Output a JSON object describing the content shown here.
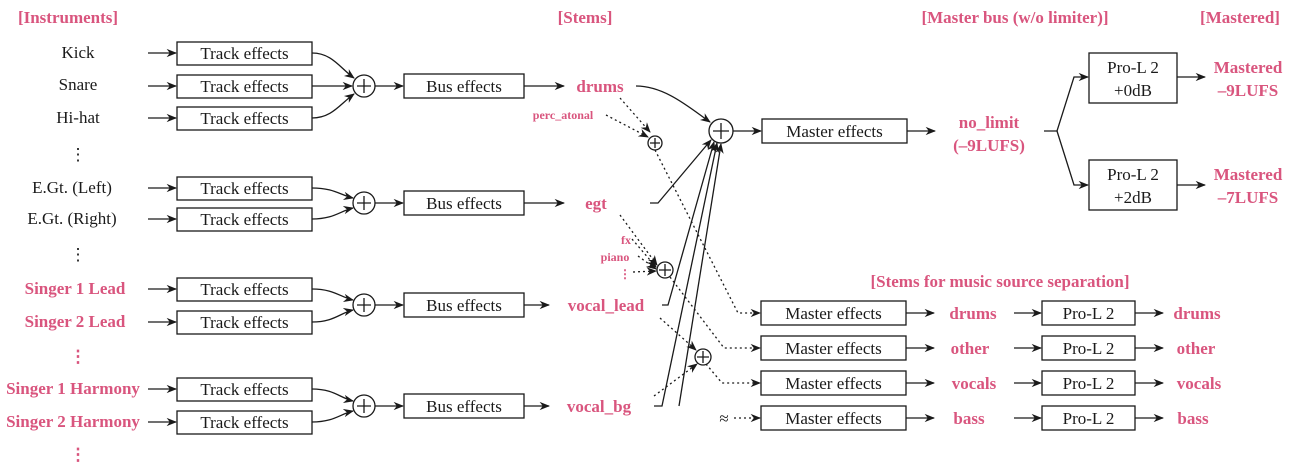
{
  "headers": {
    "instruments": "[Instruments]",
    "stems": "[Stems]",
    "master_bus": "[Master bus (w/o limiter)]",
    "mastered": "[Mastered]",
    "separation": "[Stems for music source separation]"
  },
  "instruments": {
    "kick": "Kick",
    "snare": "Snare",
    "hihat": "Hi-hat",
    "egt_left": "E.Gt. (Left)",
    "egt_right": "E.Gt. (Right)",
    "singer1_lead": "Singer 1 Lead",
    "singer2_lead": "Singer 2 Lead",
    "singer1_harmony": "Singer 1 Harmony",
    "singer2_harmony": "Singer 2 Harmony",
    "ellipsis": "⋮"
  },
  "blocks": {
    "track_effects": "Track effects",
    "bus_effects": "Bus effects",
    "master_effects": "Master effects",
    "prol2": "Pro-L 2",
    "gain_0": "+0dB",
    "gain_2": "+2dB"
  },
  "stems": {
    "drums": "drums",
    "perc_atonal": "perc_atonal",
    "egt": "egt",
    "fx": "fx",
    "piano": "piano",
    "more": "⋮",
    "vocal_lead": "vocal_lead",
    "vocal_bg": "vocal_bg"
  },
  "master": {
    "no_limit": "no_limit",
    "no_limit_lufs": "(–9LUFS)",
    "mastered_a": "Mastered",
    "mastered_a_lufs": "–9LUFS",
    "mastered_b": "Mastered",
    "mastered_b_lufs": "–7LUFS"
  },
  "separation": {
    "drums": "drums",
    "other": "other",
    "vocals": "vocals",
    "bass": "bass",
    "break_symbol": "≈"
  },
  "colors": {
    "accent": "#d9557e",
    "ink": "#1a1a1a"
  }
}
